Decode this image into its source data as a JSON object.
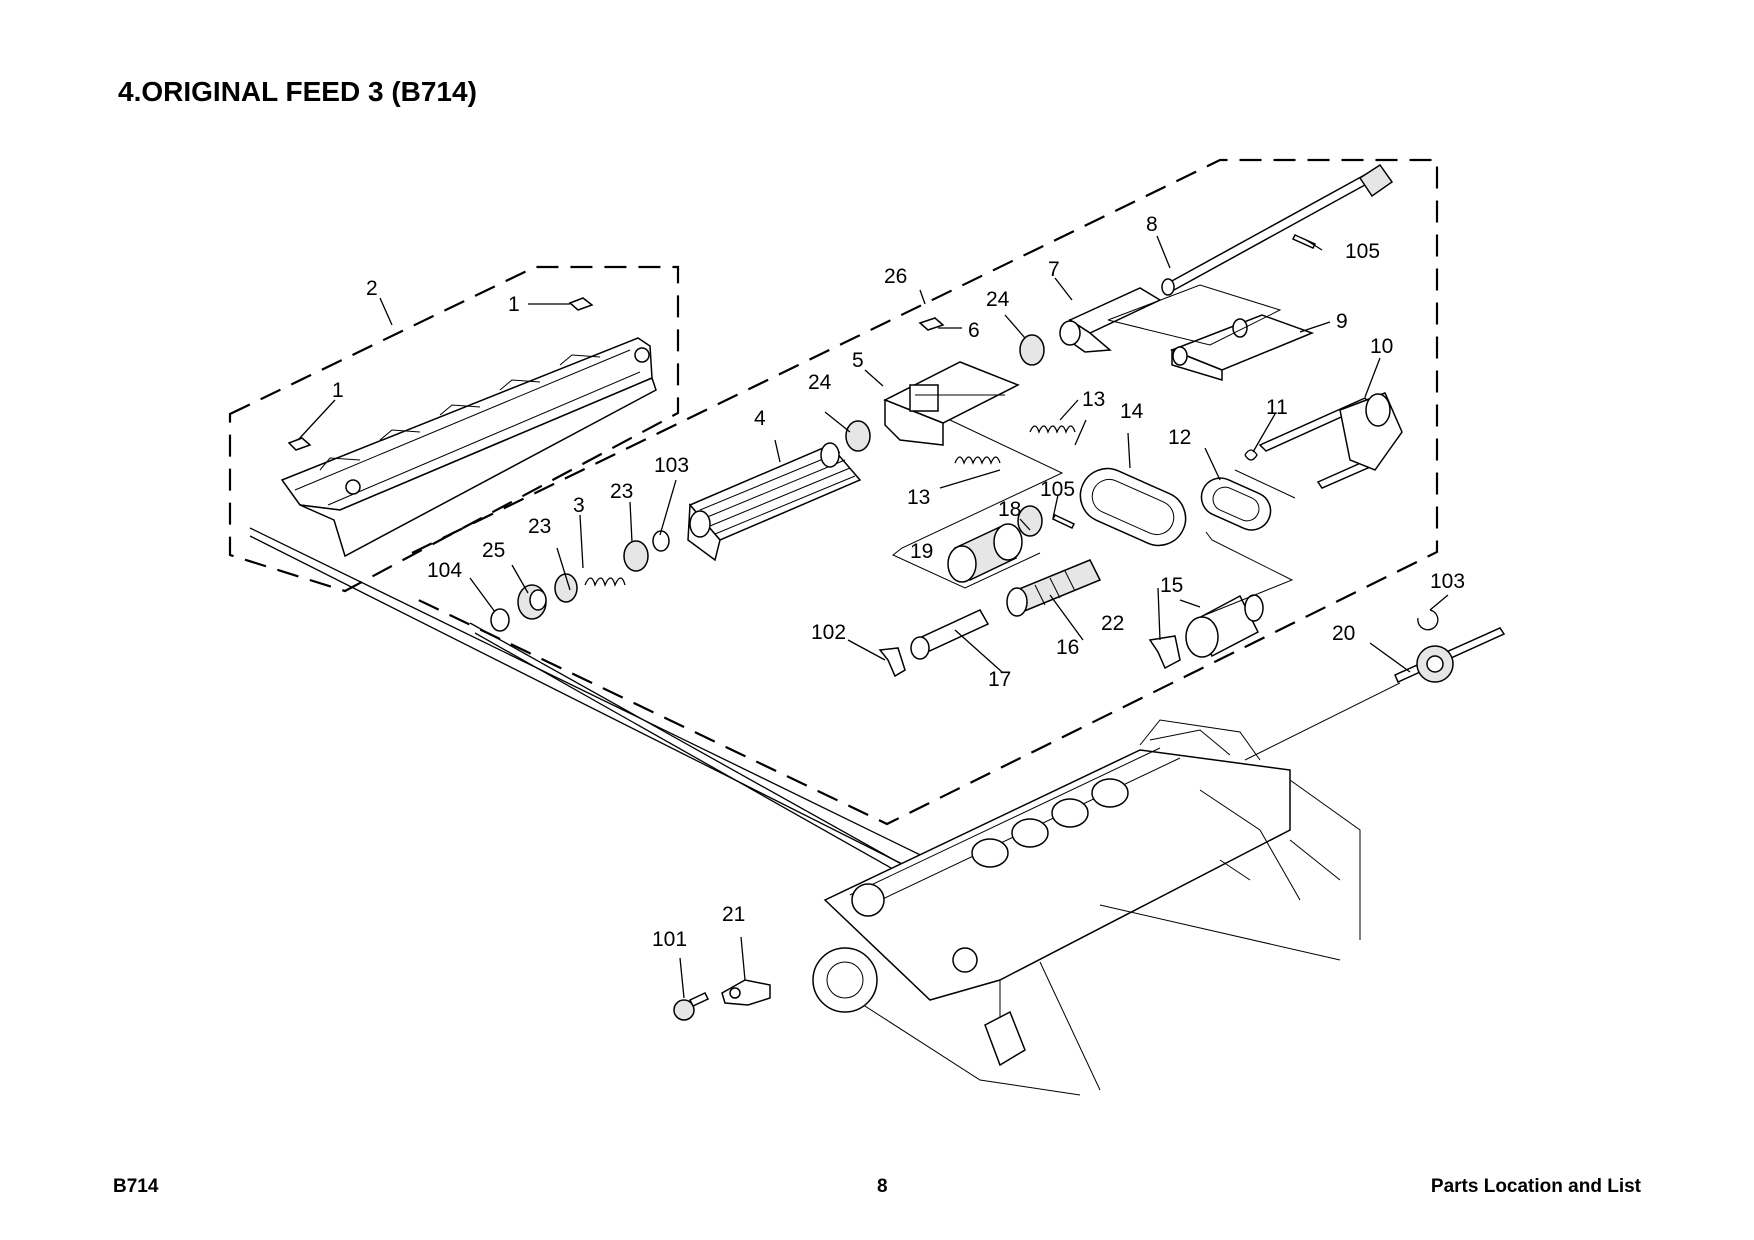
{
  "page": {
    "title": "4.ORIGINAL FEED 3 (B714)"
  },
  "footer": {
    "left": "B714",
    "center": "8",
    "right": "Parts Location and List"
  },
  "callouts": [
    {
      "id": "c1a",
      "label": "1"
    },
    {
      "id": "c1b",
      "label": "1"
    },
    {
      "id": "c2",
      "label": "2"
    },
    {
      "id": "c3",
      "label": "3"
    },
    {
      "id": "c4",
      "label": "4"
    },
    {
      "id": "c5",
      "label": "5"
    },
    {
      "id": "c6",
      "label": "6"
    },
    {
      "id": "c7",
      "label": "7"
    },
    {
      "id": "c8",
      "label": "8"
    },
    {
      "id": "c9",
      "label": "9"
    },
    {
      "id": "c10",
      "label": "10"
    },
    {
      "id": "c11",
      "label": "11"
    },
    {
      "id": "c12",
      "label": "12"
    },
    {
      "id": "c13a",
      "label": "13"
    },
    {
      "id": "c13b",
      "label": "13"
    },
    {
      "id": "c14",
      "label": "14"
    },
    {
      "id": "c15",
      "label": "15"
    },
    {
      "id": "c16",
      "label": "16"
    },
    {
      "id": "c17",
      "label": "17"
    },
    {
      "id": "c18",
      "label": "18"
    },
    {
      "id": "c19",
      "label": "19"
    },
    {
      "id": "c20",
      "label": "20"
    },
    {
      "id": "c21",
      "label": "21"
    },
    {
      "id": "c22",
      "label": "22"
    },
    {
      "id": "c23a",
      "label": "23"
    },
    {
      "id": "c23b",
      "label": "23"
    },
    {
      "id": "c24a",
      "label": "24"
    },
    {
      "id": "c24b",
      "label": "24"
    },
    {
      "id": "c25",
      "label": "25"
    },
    {
      "id": "c26",
      "label": "26"
    },
    {
      "id": "c101",
      "label": "101"
    },
    {
      "id": "c102",
      "label": "102"
    },
    {
      "id": "c103a",
      "label": "103"
    },
    {
      "id": "c103b",
      "label": "103"
    },
    {
      "id": "c104",
      "label": "104"
    },
    {
      "id": "c105a",
      "label": "105"
    },
    {
      "id": "c105b",
      "label": "105"
    }
  ]
}
